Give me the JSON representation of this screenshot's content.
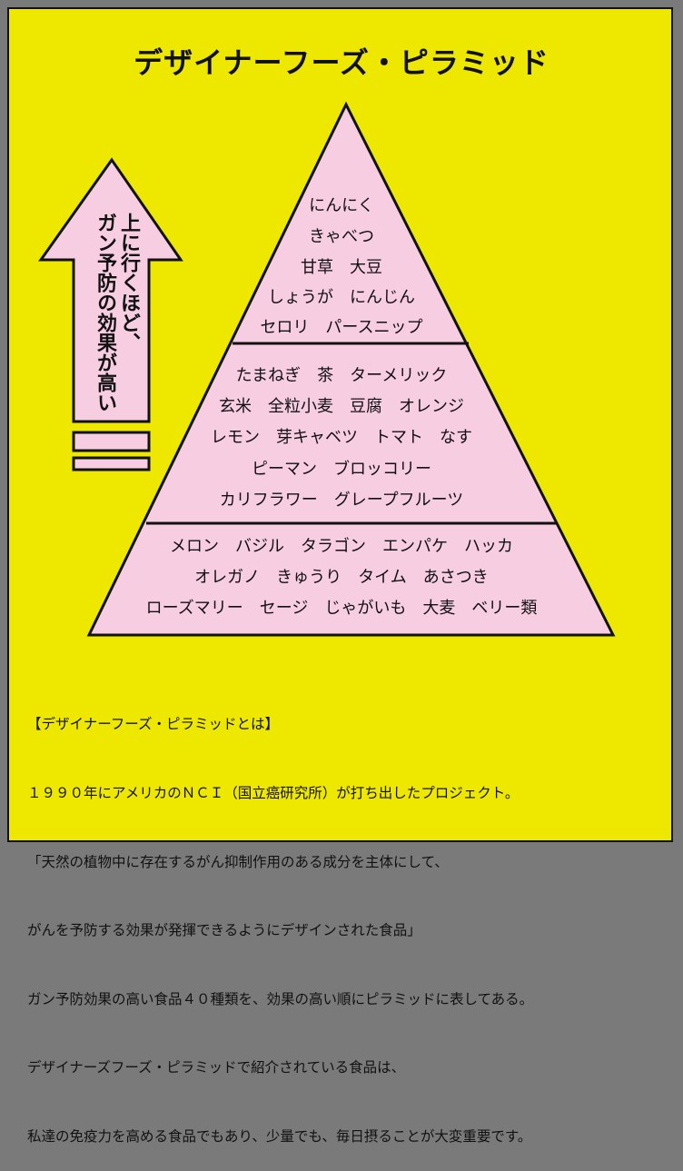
{
  "title": "デザイナーフーズ・ピラミッド",
  "arrow_label": "上に行くほど、\nガン予防の効果が高い",
  "pyramid": {
    "top_tier": [
      "にんにく",
      "きゃべつ",
      "甘草　大豆",
      "しょうが　にんじん",
      "セロリ　パースニップ"
    ],
    "middle_tier": [
      "たまねぎ　茶　ターメリック",
      "玄米　全粒小麦　豆腐　オレンジ",
      "レモン　芽キャベツ　トマト　なす",
      "ピーマン　ブロッコリー",
      "カリフラワー　グレープフルーツ"
    ],
    "bottom_tier": [
      "メロン　バジル　タラゴン　エンパケ　ハッカ",
      "オレガノ　きゅうり　タイム　あさつき",
      "ローズマリー　セージ　じゃがいも　大麦　ベリー類"
    ]
  },
  "description": {
    "heading": "【デザイナーフーズ・ピラミッドとは】",
    "lines": [
      "１９９０年にアメリカのＮＣＩ（国立癌研究所）が打ち出したプロジェクト。",
      "「天然の植物中に存在するがん抑制作用のある成分を主体にして、",
      "がんを予防する効果が発揮できるようにデザインされた食品」",
      "ガン予防効果の高い食品４０種類を、効果の高い順にピラミッドに表してある。",
      "デザイナーズフーズ・ピラミッドで紹介されている食品は、",
      "私達の免疫力を高める食品でもあり、少量でも、毎日摂ることが大変重要です。"
    ]
  },
  "colors": {
    "background": "#eee700",
    "pyramid_fill": "#f7cde2",
    "frame": "#7a7a7a",
    "stroke": "#111111"
  }
}
